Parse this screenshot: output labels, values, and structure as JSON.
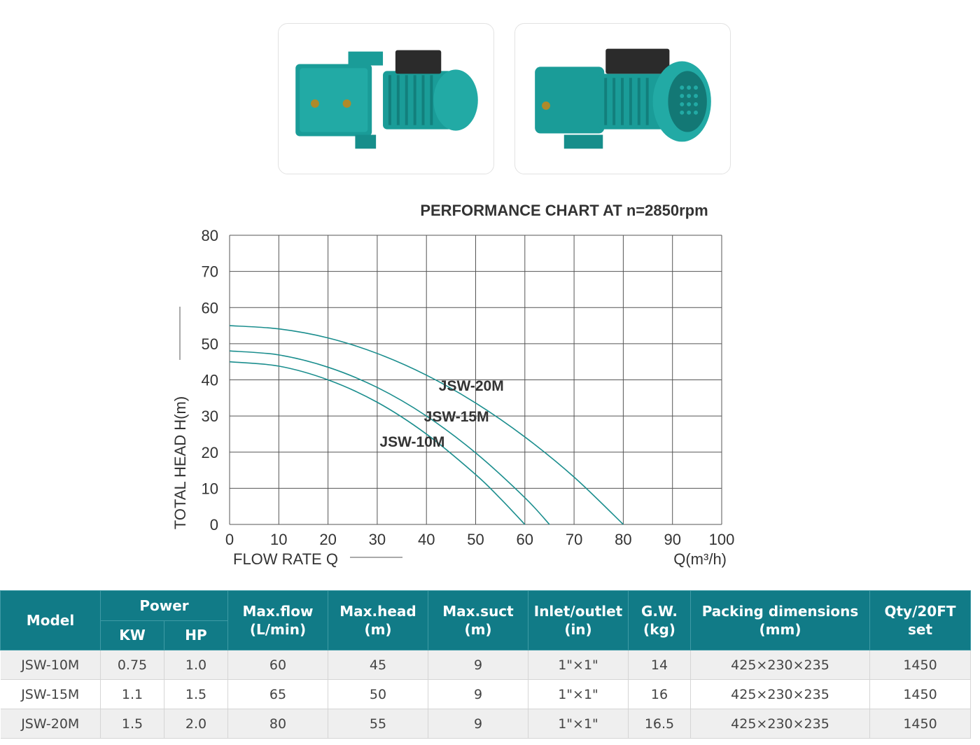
{
  "chart_data": {
    "type": "line",
    "title": "PERFORMANCE CHART AT n=2850rpm",
    "xlabel": "FLOW RATE Q",
    "xunit": "Q(m³/h)",
    "ylabel": "TOTAL HEAD H(m)",
    "xlim": [
      0,
      100
    ],
    "ylim": [
      0,
      80
    ],
    "xticks": [
      0,
      10,
      20,
      30,
      40,
      50,
      60,
      70,
      80,
      90,
      100
    ],
    "yticks": [
      0,
      10,
      20,
      30,
      40,
      50,
      60,
      70,
      80
    ],
    "grid": true,
    "line_color": "#1b8e8e",
    "series": [
      {
        "name": "JSW-10M",
        "x": [
          0,
          10,
          20,
          30,
          40,
          50,
          55,
          60
        ],
        "y": [
          45,
          43.8,
          40,
          33.8,
          25,
          13.8,
          7.2,
          0
        ]
      },
      {
        "name": "JSW-15M",
        "x": [
          0,
          10,
          20,
          30,
          40,
          50,
          60,
          65
        ],
        "y": [
          48,
          46.9,
          43.5,
          37.9,
          30,
          19.8,
          7.4,
          0
        ]
      },
      {
        "name": "JSW-20M",
        "x": [
          0,
          10,
          20,
          30,
          40,
          50,
          60,
          70,
          80
        ],
        "y": [
          55,
          54.1,
          51.6,
          47.3,
          41.3,
          33.6,
          24.2,
          13.1,
          0
        ]
      }
    ]
  },
  "table": {
    "header_color": "#117b87",
    "headers": {
      "model": "Model",
      "power": "Power",
      "kw": "KW",
      "hp": "HP",
      "maxflow": [
        "Max.flow",
        "(L/min)"
      ],
      "maxhead": [
        "Max.head",
        "(m)"
      ],
      "maxsuct": [
        "Max.suct",
        "(m)"
      ],
      "inlet": [
        "Inlet/outlet",
        "(in)"
      ],
      "gw": [
        "G.W.",
        "(kg)"
      ],
      "packing": [
        "Packing dimensions",
        "(mm)"
      ],
      "qty": [
        "Qty/20FT",
        "set"
      ]
    },
    "rows": [
      [
        "JSW-10M",
        "0.75",
        "1.0",
        "60",
        "45",
        "9",
        "1\"×1\"",
        "14",
        "425×230×235",
        "1450"
      ],
      [
        "JSW-15M",
        "1.1",
        "1.5",
        "65",
        "50",
        "9",
        "1\"×1\"",
        "16",
        "425×230×235",
        "1450"
      ],
      [
        "JSW-20M",
        "1.5",
        "2.0",
        "80",
        "55",
        "9",
        "1\"×1\"",
        "16.5",
        "425×230×235",
        "1450"
      ]
    ]
  }
}
